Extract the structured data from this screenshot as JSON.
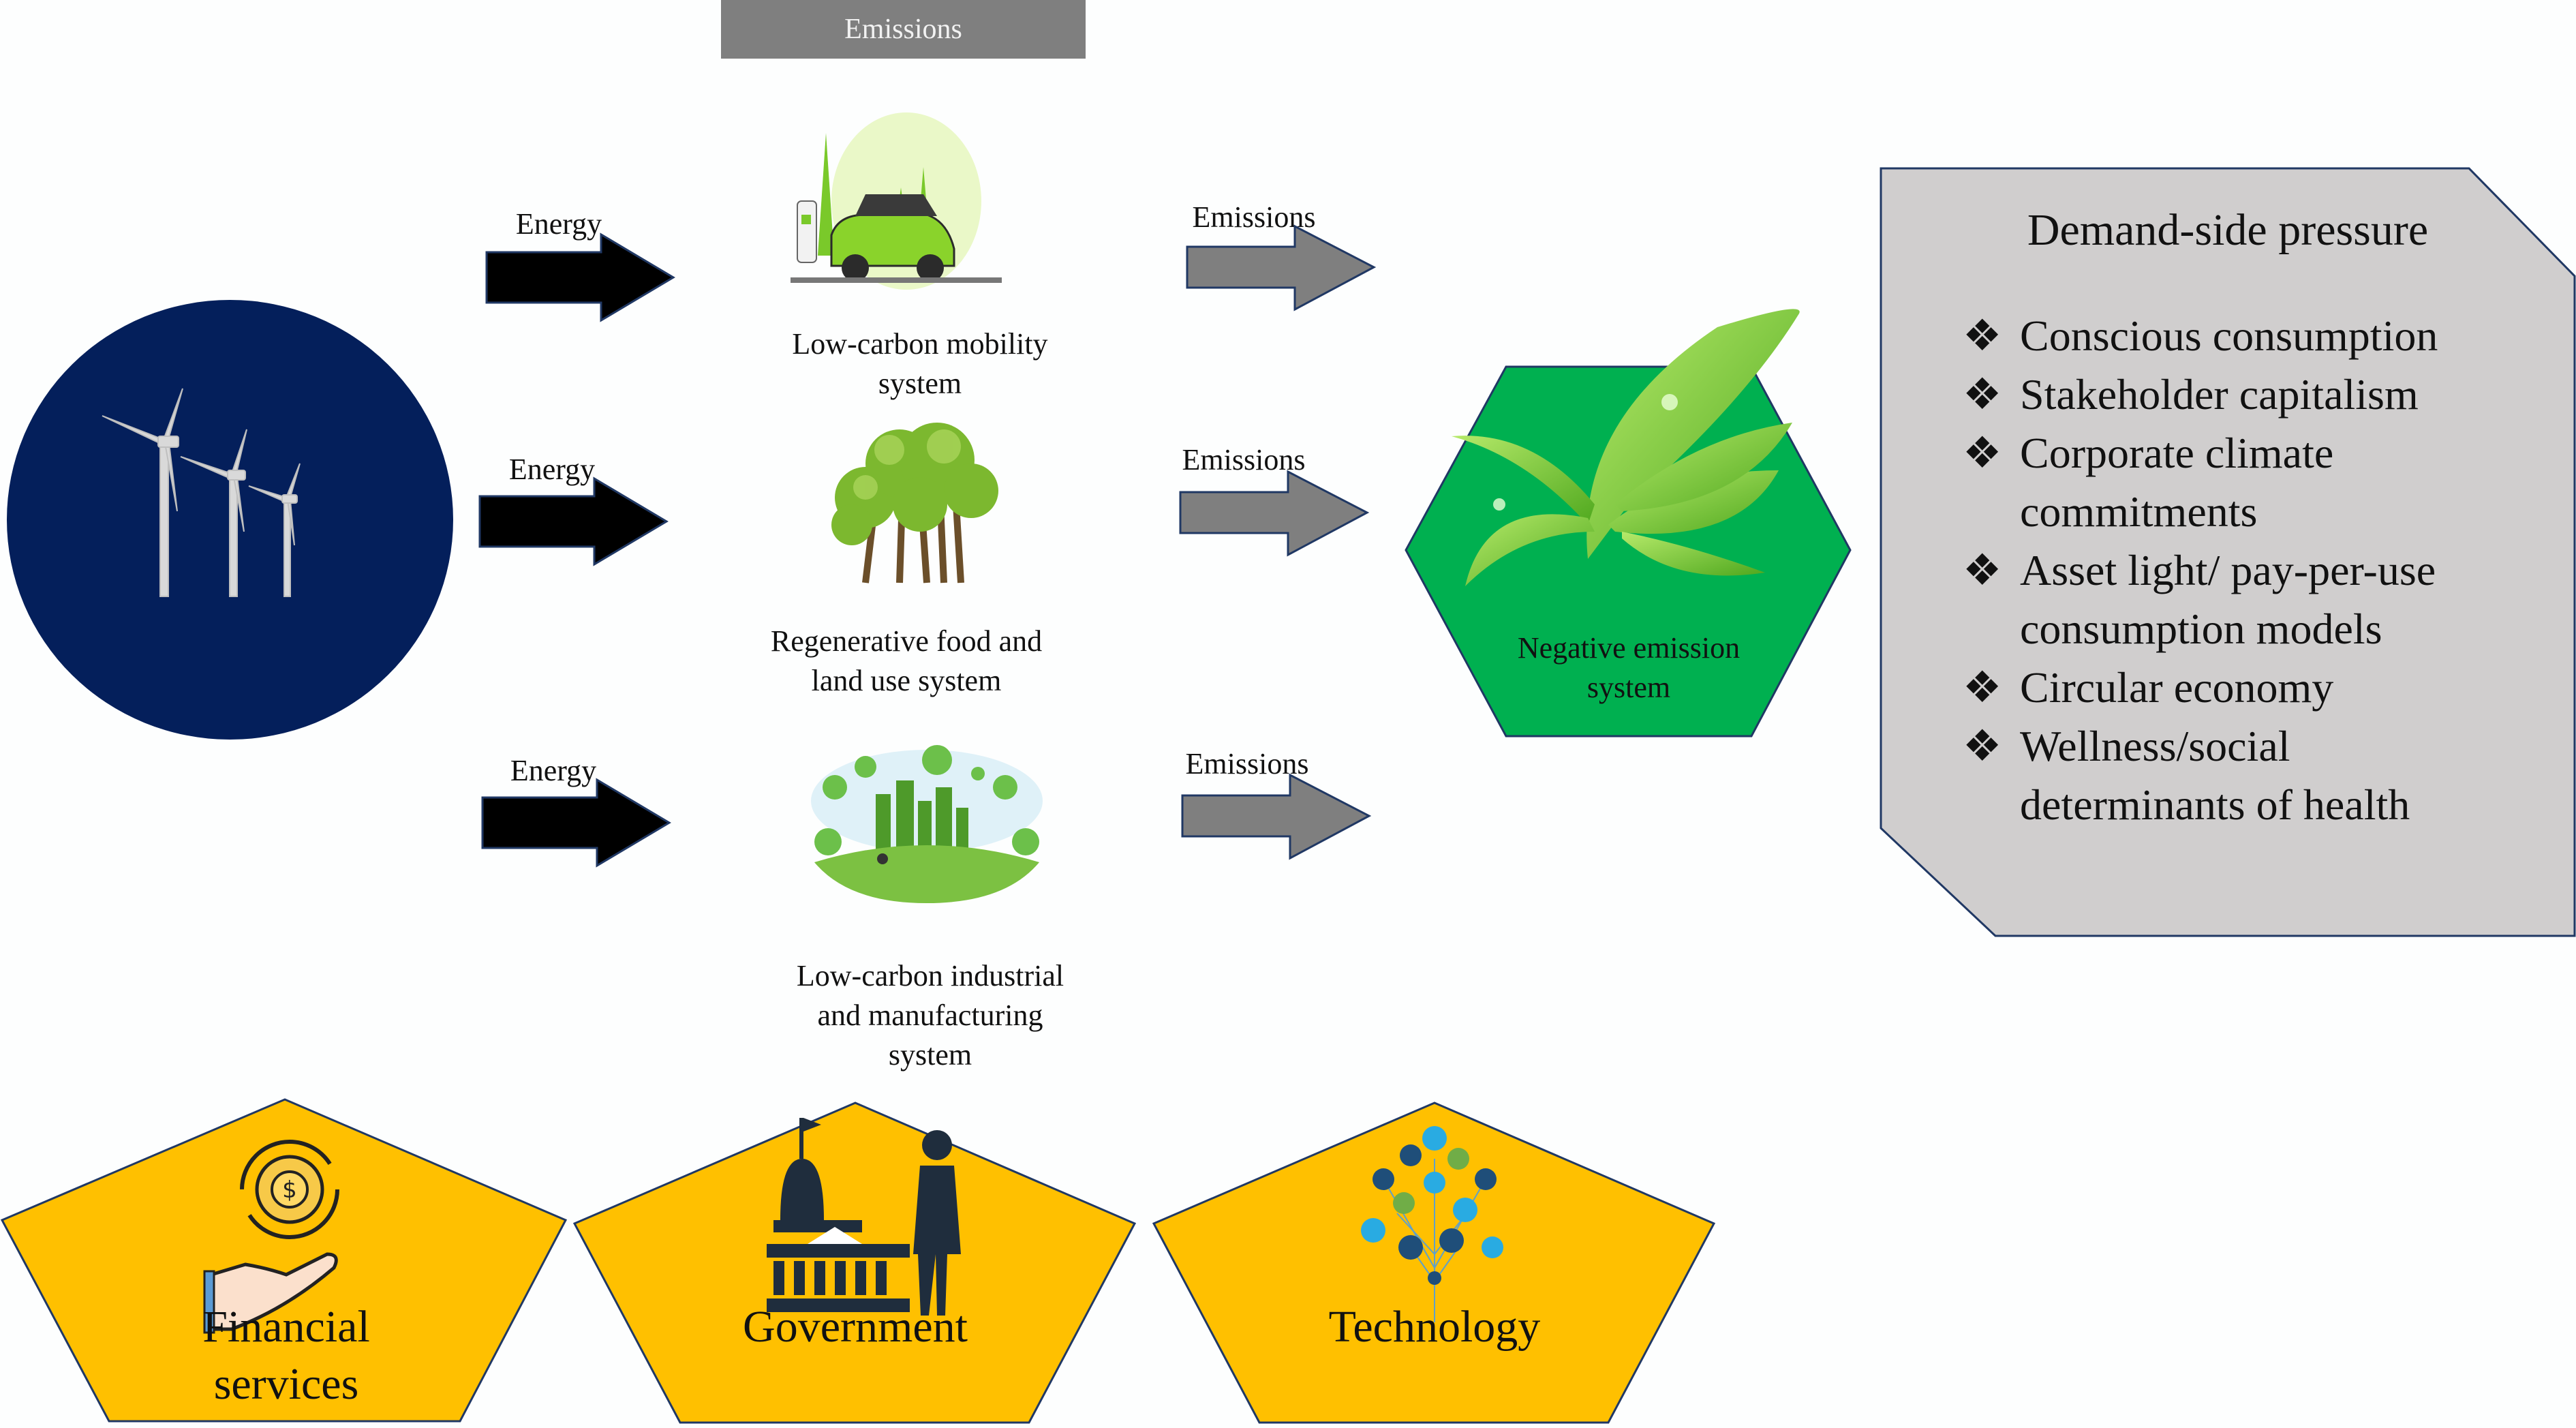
{
  "header": {
    "emissions_tab": "Emissions"
  },
  "source": {
    "icon": "wind-turbines-icon",
    "color": "#041f5b"
  },
  "flows": [
    {
      "energy_label": "Energy",
      "emissions_label": "Emissions",
      "system_caption_lines": [
        "Low-carbon mobility",
        "system"
      ],
      "icon": "electric-car-icon"
    },
    {
      "energy_label": "Energy",
      "emissions_label": "Emissions",
      "system_caption_lines": [
        "Regenerative  food and",
        "land use system"
      ],
      "icon": "trees-icon"
    },
    {
      "energy_label": "Energy",
      "emissions_label": "Emissions",
      "system_caption_lines": [
        "Low-carbon industrial",
        "and manufacturing",
        "system"
      ],
      "icon": "green-city-icon"
    }
  ],
  "negative_emission": {
    "caption_lines": [
      "Negative  emission",
      "system"
    ],
    "icon": "leaf-icon",
    "color": "#00b050"
  },
  "demand_side": {
    "title": "Demand-side pressure",
    "bullet": "❖",
    "items": [
      {
        "lines": [
          "Conscious consumption"
        ]
      },
      {
        "lines": [
          "Stakeholder capitalism"
        ]
      },
      {
        "lines": [
          "Corporate  climate",
          "commitments"
        ]
      },
      {
        "lines": [
          "Asset  light/  pay-per-use",
          "consumption models"
        ]
      },
      {
        "lines": [
          "Circular economy"
        ]
      },
      {
        "lines": [
          "Wellness/social",
          "determinants of health"
        ]
      }
    ],
    "color": "#d0cece"
  },
  "enablers": [
    {
      "lines": [
        "Financial",
        "services"
      ],
      "icon": "money-gear-hand-icon"
    },
    {
      "lines": [
        "Government"
      ],
      "icon": "government-building-icon"
    },
    {
      "lines": [
        "Technology"
      ],
      "icon": "technology-tree-icon"
    }
  ],
  "colors": {
    "energy_arrow": "#000000",
    "emission_arrow": "#7f7f7f",
    "enabler_fill": "#ffc000",
    "outline": "#203864"
  }
}
